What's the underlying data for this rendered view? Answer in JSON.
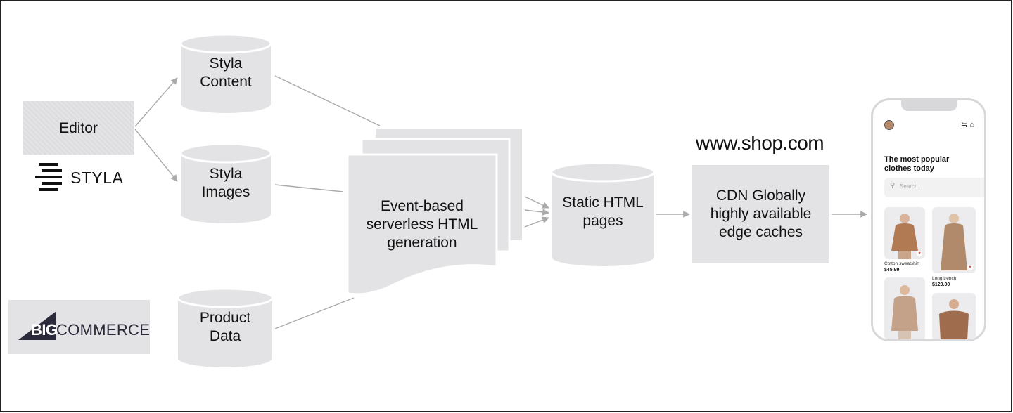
{
  "nodes": {
    "editor": "Editor",
    "styla_content": "Styla\nContent",
    "styla_images": "Styla\nImages",
    "product_data": "Product\nData",
    "generation": "Event-based\nserverless HTML\ngeneration",
    "static_html": "Static HTML\npages",
    "cdn": "CDN Globally\nhighly available\nedge caches"
  },
  "domain": "www.shop.com",
  "logos": {
    "styla": "STYLA",
    "bigcommerce_big": "BIG",
    "bigcommerce_rest": "COMMERCE"
  },
  "phone": {
    "icons": "≒ ⌂",
    "title": "The most popular\nclothes today",
    "search_placeholder": "Search...",
    "search_icon": "search-icon",
    "products": [
      {
        "name": "Cotton sweatshirt",
        "price": "$45.99"
      },
      {
        "name": "Long trench",
        "price": "$120.00"
      }
    ]
  },
  "colors": {
    "box_fill": "#e3e3e5",
    "arrow": "#aaaaaa",
    "text": "#111111"
  }
}
